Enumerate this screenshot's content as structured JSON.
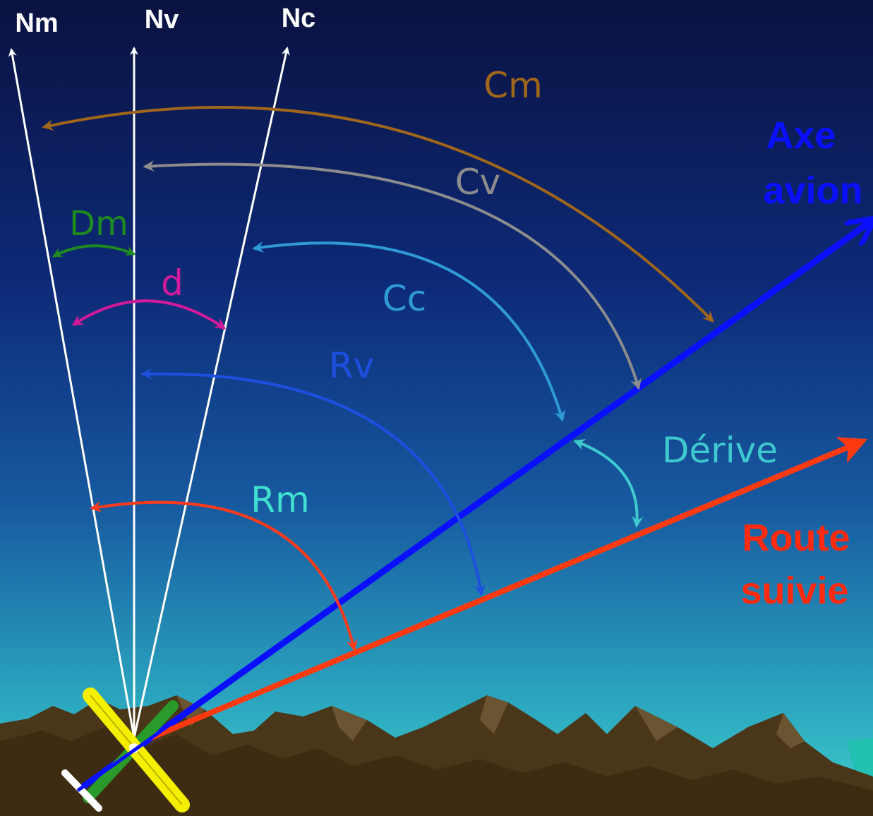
{
  "north_labels": {
    "magnetic": "Nm",
    "true": "Nv",
    "compass": "Nc"
  },
  "angle_labels": {
    "cm": "Cm",
    "cv": "Cv",
    "cc": "Cc",
    "dm": "Dm",
    "d": "d",
    "rv": "Rv",
    "rm": "Rm",
    "derive": "Dérive"
  },
  "axis_labels": {
    "axe_line1": "Axe",
    "axe_line2": "avion",
    "route_line1": "Route",
    "route_line2": "suivie"
  },
  "colors": {
    "north_lines": "#ffffff",
    "cm": "#a0661a",
    "cv": "#8c8c8c",
    "cc": "#2f9ad6",
    "dm": "#1f8a1f",
    "d": "#d21a9a",
    "rv": "#1d4fe0",
    "rm_arc": "#ff3a1a",
    "rm_text": "#3fe0d0",
    "derive": "#3ec9cf",
    "axe_avion": "#0a10ff",
    "route_suivie": "#ff3a10",
    "airplane_wing": "#f5f000",
    "mountain": "#4a3618"
  }
}
